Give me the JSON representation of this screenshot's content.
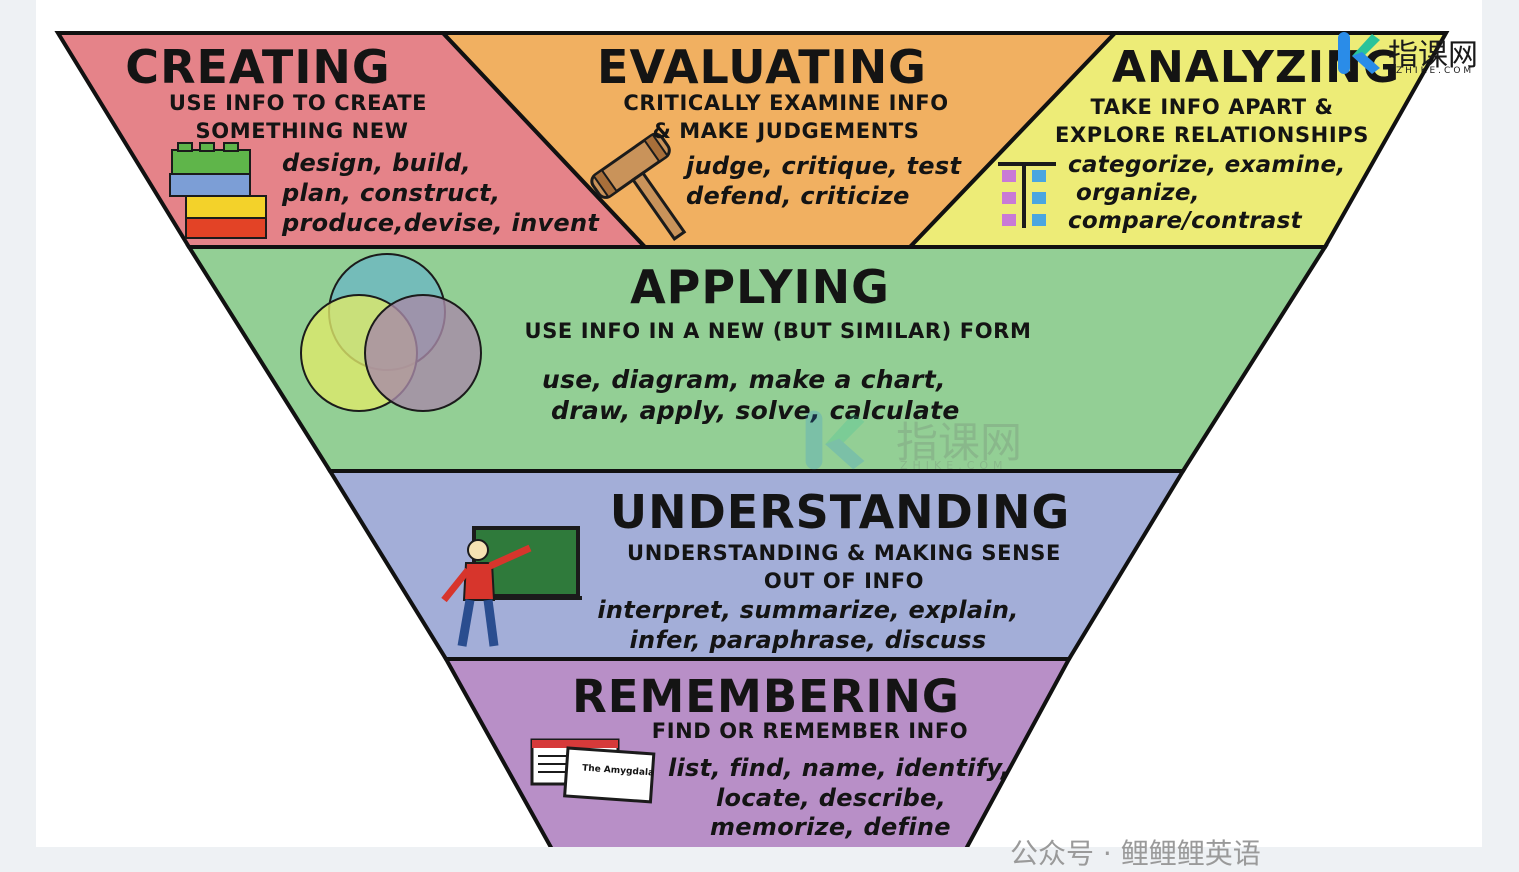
{
  "levels": {
    "creating": {
      "title": "CREATING",
      "subtitle_lines": [
        "USE INFO TO CREATE",
        "SOMETHING NEW"
      ],
      "verb_lines": [
        "design, build,",
        "plan, construct,",
        "produce,devise, invent"
      ],
      "color": "#e58389",
      "icon": "lego-bricks-icon"
    },
    "evaluating": {
      "title": "EVALUATING",
      "subtitle_lines": [
        "CRITICALLY EXAMINE INFO",
        "& MAKE JUDGEMENTS"
      ],
      "verb_lines": [
        "judge, critique, test",
        "defend, criticize"
      ],
      "color": "#f1b061",
      "icon": "gavel-icon"
    },
    "analyzing": {
      "title": "ANALYZING",
      "subtitle_lines": [
        "TAKE INFO APART &",
        "EXPLORE RELATIONSHIPS"
      ],
      "verb_lines": [
        "categorize, examine,",
        "organize,",
        "compare/contrast"
      ],
      "color": "#edec77",
      "icon": "tree-chart-icon"
    },
    "applying": {
      "title": "APPLYING",
      "subtitle_lines": [
        "USE INFO IN A NEW (BUT SIMILAR) FORM"
      ],
      "verb_lines": [
        "use, diagram, make a chart,",
        "draw, apply, solve, calculate"
      ],
      "color": "#93cf95",
      "icon": "venn-diagram-icon"
    },
    "understanding": {
      "title": "UNDERSTANDING",
      "subtitle_lines": [
        "UNDERSTANDING & MAKING SENSE",
        "OUT OF INFO"
      ],
      "verb_lines": [
        "interpret, summarize, explain,",
        "infer, paraphrase, discuss"
      ],
      "color": "#a3aed8",
      "icon": "teacher-chalkboard-icon"
    },
    "remembering": {
      "title": "REMEMBERING",
      "subtitle_lines": [
        "FIND OR REMEMBER INFO"
      ],
      "verb_lines": [
        "list, find, name, identify,",
        "locate, describe,",
        "memorize, define"
      ],
      "color": "#b88fc7",
      "icon": "flash-cards-icon",
      "card_text": "The Amygdala"
    }
  },
  "watermark": {
    "brand": "指课网",
    "domain": "ZHIKE.COM",
    "footer": "公众号 · 鲤鲤鲤英语"
  }
}
